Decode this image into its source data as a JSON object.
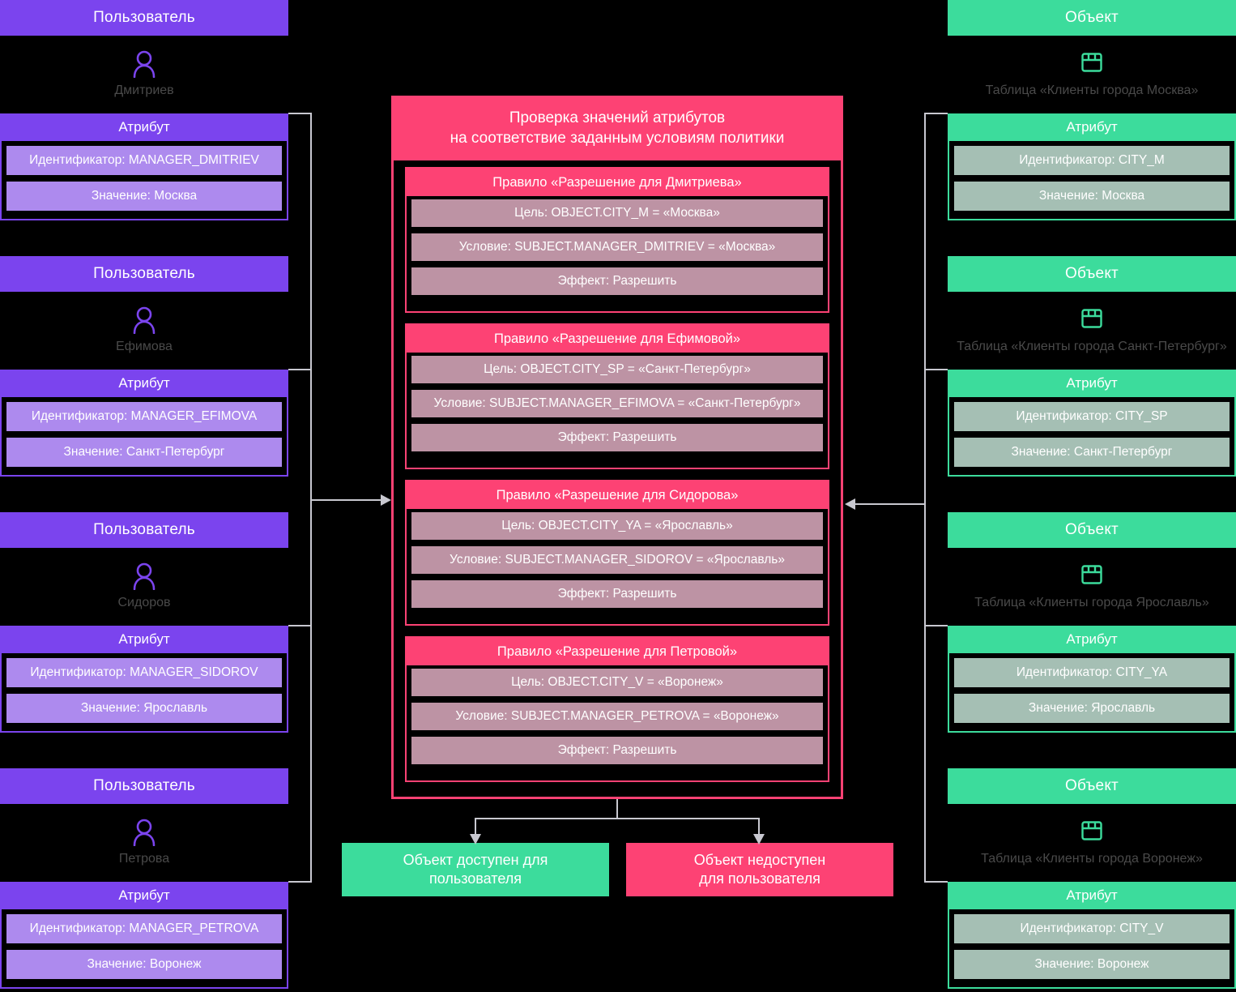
{
  "labels": {
    "user_header": "Пользователь",
    "object_header": "Объект",
    "attribute_header": "Атрибут",
    "user_icon": "person-icon",
    "object_icon": "table-icon"
  },
  "colors": {
    "user_accent": "#7b44ee",
    "user_attr": "#ad8aee",
    "object_accent": "#3cdc9c",
    "object_attr": "#a5bfb4",
    "policy_accent": "#fd4274",
    "rule_row": "#bd93a4",
    "connector": "#c8c8d0",
    "background": "#000000"
  },
  "users": [
    {
      "header": "Пользователь",
      "name": "Дмитриев",
      "attribute_header": "Атрибут",
      "identifier": "Идентификатор: MANAGER_DMITRIEV",
      "value": "Значение: Москва"
    },
    {
      "header": "Пользователь",
      "name": "Ефимова",
      "attribute_header": "Атрибут",
      "identifier": "Идентификатор: MANAGER_EFIMOVA",
      "value": "Значение: Санкт-Петербург"
    },
    {
      "header": "Пользователь",
      "name": "Сидоров",
      "attribute_header": "Атрибут",
      "identifier": "Идентификатор: MANAGER_SIDOROV",
      "value": "Значение: Ярославль"
    },
    {
      "header": "Пользователь",
      "name": "Петрова",
      "attribute_header": "Атрибут",
      "identifier": "Идентификатор: MANAGER_PETROVA",
      "value": "Значение: Воронеж"
    }
  ],
  "objects": [
    {
      "header": "Объект",
      "name": "Таблица «Клиенты города Москва»",
      "attribute_header": "Атрибут",
      "identifier": "Идентификатор: CITY_M",
      "value": "Значение: Москва"
    },
    {
      "header": "Объект",
      "name": "Таблица «Клиенты города Санкт-Петербург»",
      "attribute_header": "Атрибут",
      "identifier": "Идентификатор: CITY_SP",
      "value": "Значение: Санкт-Петербург"
    },
    {
      "header": "Объект",
      "name": "Таблица «Клиенты города Ярославль»",
      "attribute_header": "Атрибут",
      "identifier": "Идентификатор: CITY_YA",
      "value": "Значение: Ярославль"
    },
    {
      "header": "Объект",
      "name": "Таблица «Клиенты города Воронеж»",
      "attribute_header": "Атрибут",
      "identifier": "Идентификатор: CITY_V",
      "value": "Значение: Воронеж"
    }
  ],
  "policy": {
    "title": "Проверка значений атрибутов\nна соответствие заданным условиям политики",
    "rules": [
      {
        "title": "Правило «Разрешение для Дмитриева»",
        "target": "Цель: OBJECT.CITY_M = «Москва»",
        "condition": "Условие: SUBJECT.MANAGER_DMITRIEV = «Москва»",
        "effect": "Эффект: Разрешить"
      },
      {
        "title": "Правило «Разрешение для Ефимовой»",
        "target": "Цель: OBJECT.CITY_SP = «Санкт-Петербург»",
        "condition": "Условие: SUBJECT.MANAGER_EFIMOVA = «Санкт-Петербург»",
        "effect": "Эффект: Разрешить"
      },
      {
        "title": "Правило «Разрешение для Сидорова»",
        "target": "Цель: OBJECT.CITY_YA = «Ярославль»",
        "condition": "Условие: SUBJECT.MANAGER_SIDOROV = «Ярославль»",
        "effect": "Эффект: Разрешить"
      },
      {
        "title": "Правило «Разрешение для Петровой»",
        "target": "Цель: OBJECT.CITY_V = «Воронеж»",
        "condition": "Условие: SUBJECT.MANAGER_PETROVA = «Воронеж»",
        "effect": "Эффект: Разрешить"
      }
    ]
  },
  "outcomes": {
    "allow": "Объект доступен для\nпользователя",
    "deny": "Объект недоступен\nдля пользователя"
  }
}
